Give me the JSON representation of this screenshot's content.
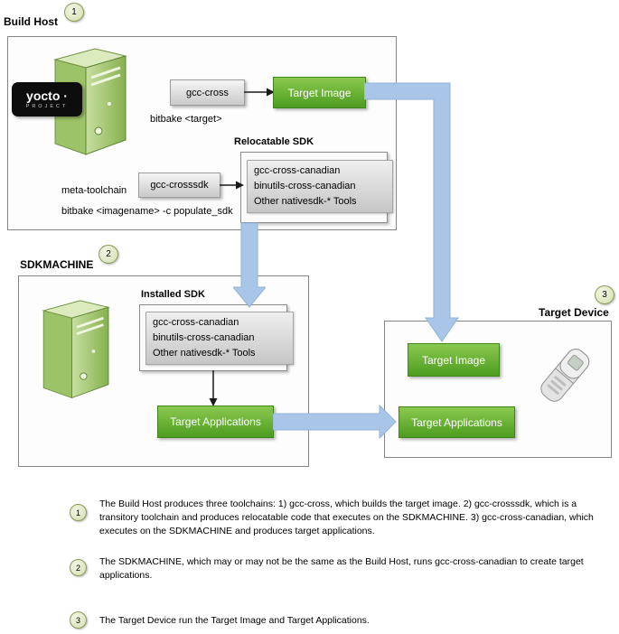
{
  "build_host": {
    "badge": "1",
    "title": "Build Host",
    "logo": {
      "line1": "yocto ·",
      "line2": "PROJECT"
    },
    "gcc_cross": "gcc-cross",
    "target_image": "Target Image",
    "bitbake_target": "bitbake <target>",
    "relocatable_sdk": {
      "title": "Relocatable SDK",
      "items": [
        "gcc-cross-canadian",
        "binutils-cross-canadian",
        "Other nativesdk-* Tools"
      ]
    },
    "gcc_crosssdk": "gcc-crosssdk",
    "meta_toolchain": "meta-toolchain",
    "bitbake_populate_sdk": "bitbake <imagename> -c populate_sdk"
  },
  "sdkmachine": {
    "badge": "2",
    "title": "SDKMACHINE",
    "installed_sdk": {
      "title": "Installed SDK",
      "items": [
        "gcc-cross-canadian",
        "binutils-cross-canadian",
        "Other nativesdk-* Tools"
      ]
    },
    "target_applications": "Target Applications"
  },
  "target_device": {
    "badge": "3",
    "title": "Target Device",
    "target_image": "Target Image",
    "target_applications": "Target Applications"
  },
  "notes": [
    {
      "badge": "1",
      "text": "The Build Host produces three toolchains: 1)  gcc-cross, which builds the target image.  2) gcc-crosssdk, which is a transitory toolchain and produces relocatable code that executes on the SDKMACHINE. 3) gcc-cross-canadian, which executes on the SDKMACHINE and produces target applications."
    },
    {
      "badge": "2",
      "text": "The SDKMACHINE, which may or may not be the same as the Build Host, runs gcc-cross-canadian to create target applications."
    },
    {
      "badge": "3",
      "text": "The Target Device run the Target Image and Target Applications."
    }
  ],
  "icons": {
    "build_host_icon": "computer-tower-icon",
    "sdkmachine_icon": "computer-tower-icon",
    "target_device_icon": "mobile-phone-icon"
  },
  "colors": {
    "green_box": "#5fae2f",
    "green_box_border": "#3f8519",
    "gray_box": "#d9d9d9",
    "blue_arrow": "#a9c6e8",
    "badge_fill": "#dde7c8",
    "badge_border": "#8a9a54",
    "box_border": "#858585"
  }
}
